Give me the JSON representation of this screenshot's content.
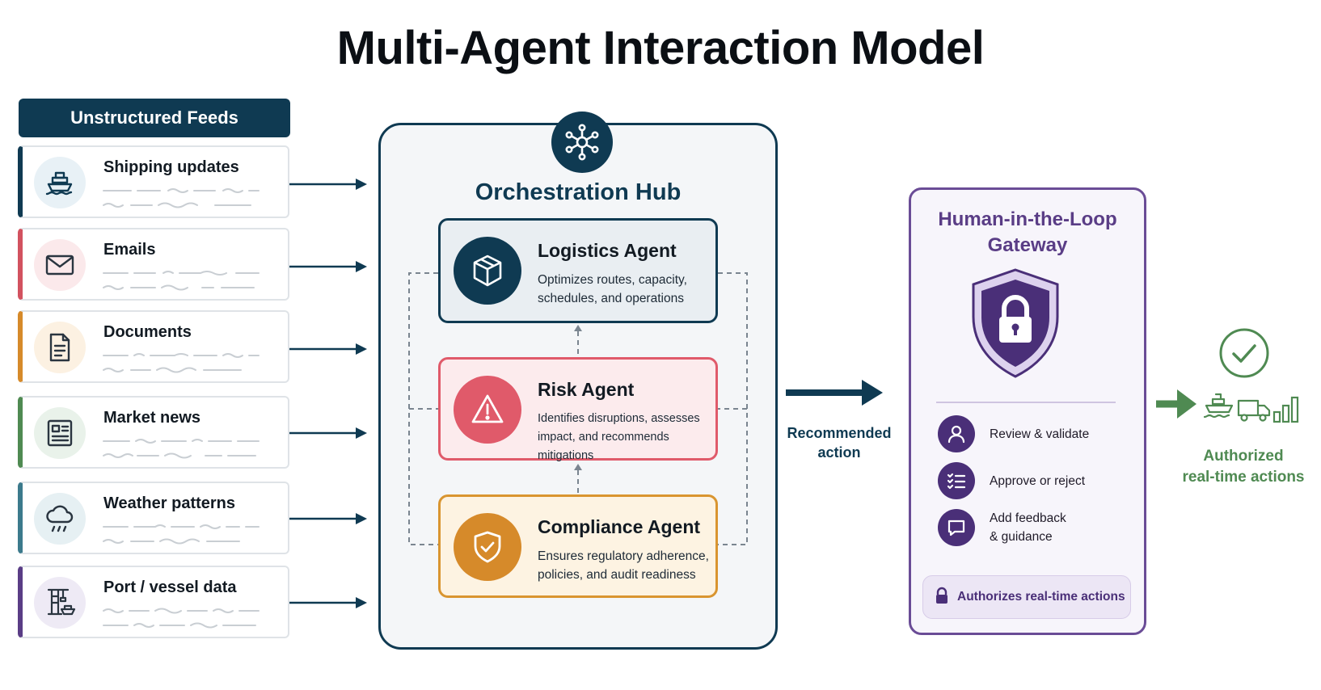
{
  "title": "Multi-Agent Interaction Model",
  "feeds": {
    "header": "Unstructured Feeds",
    "items": [
      {
        "label": "Shipping updates",
        "icon": "ship-icon",
        "accent": "#0f3a52",
        "tint": "#e8f1f6"
      },
      {
        "label": "Emails",
        "icon": "envelope-icon",
        "accent": "#d2525f",
        "tint": "#fbe9eb"
      },
      {
        "label": "Documents",
        "icon": "document-icon",
        "accent": "#d68a2a",
        "tint": "#fcf1e2"
      },
      {
        "label": "Market news",
        "icon": "newspaper-icon",
        "accent": "#4f8a52",
        "tint": "#e9f2ea"
      },
      {
        "label": "Weather patterns",
        "icon": "cloud-rain-icon",
        "accent": "#3c7a8c",
        "tint": "#e6f0f3"
      },
      {
        "label": "Port / vessel data",
        "icon": "port-crane-icon",
        "accent": "#5a3d86",
        "tint": "#eeeaf5"
      }
    ]
  },
  "hub": {
    "title": "Orchestration Hub",
    "icon": "network-hub-icon",
    "agents": [
      {
        "name": "Logistics Agent",
        "desc": "Optimizes routes, capacity, schedules, and operations",
        "icon": "package-box-icon",
        "border": "#0f3a52",
        "bg": "#e9eef2",
        "icon_bg": "#0f3a52"
      },
      {
        "name": "Risk Agent",
        "desc": "Identifies disruptions, assesses impact, and recommends mitigations",
        "icon": "warning-triangle-icon",
        "border": "#e05a6a",
        "bg": "#fcebed",
        "icon_bg": "#e05a6a"
      },
      {
        "name": "Compliance Agent",
        "desc": "Ensures regulatory adherence, policies, and audit readiness",
        "icon": "shield-check-icon",
        "border": "#d99530",
        "bg": "#fdf3e2",
        "icon_bg": "#d68a2a"
      }
    ]
  },
  "recommended": {
    "line1": "Recommended",
    "line2": "action"
  },
  "gateway": {
    "title_line1": "Human-in-the-Loop",
    "title_line2": "Gateway",
    "icon": "shield-lock-icon",
    "steps": [
      {
        "label_line1": "Review & validate",
        "label_line2": "",
        "icon": "user-icon"
      },
      {
        "label_line1": "Approve or reject",
        "label_line2": "",
        "icon": "checklist-icon"
      },
      {
        "label_line1": "Add feedback",
        "label_line2": "& guidance",
        "icon": "chat-bubble-icon"
      }
    ],
    "authorize_label": "Authorizes real-time actions"
  },
  "output": {
    "line1": "Authorized",
    "line2": "real-time actions",
    "color": "#4f8a52"
  }
}
